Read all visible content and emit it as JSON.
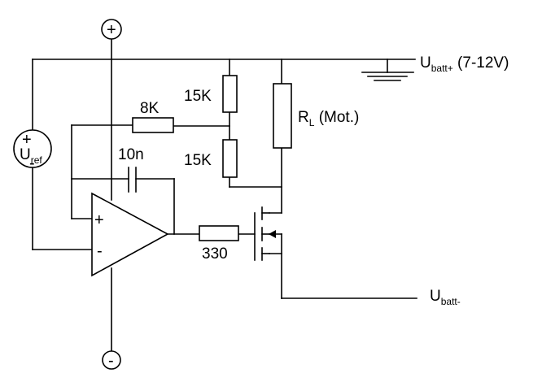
{
  "labels": {
    "resistor_8k": "8K",
    "resistor_15k_top": "15K",
    "resistor_15k_bottom": "15K",
    "capacitor_10n": "10n",
    "resistor_330": "330",
    "load": {
      "main": "R",
      "sub": "L",
      "rest": " (Mot.)"
    },
    "vref": {
      "main": "U",
      "sub": "ref"
    },
    "vbatt_pos": {
      "main": "U",
      "sub": "batt+",
      "rest": " (7-12V)"
    },
    "vbatt_neg": {
      "main": "U",
      "sub": "batt-"
    },
    "opamp_plus": "+",
    "opamp_minus": "-",
    "vref_plus": "+",
    "vref_minus": "-",
    "supply_pos": "+",
    "supply_neg": "-"
  }
}
